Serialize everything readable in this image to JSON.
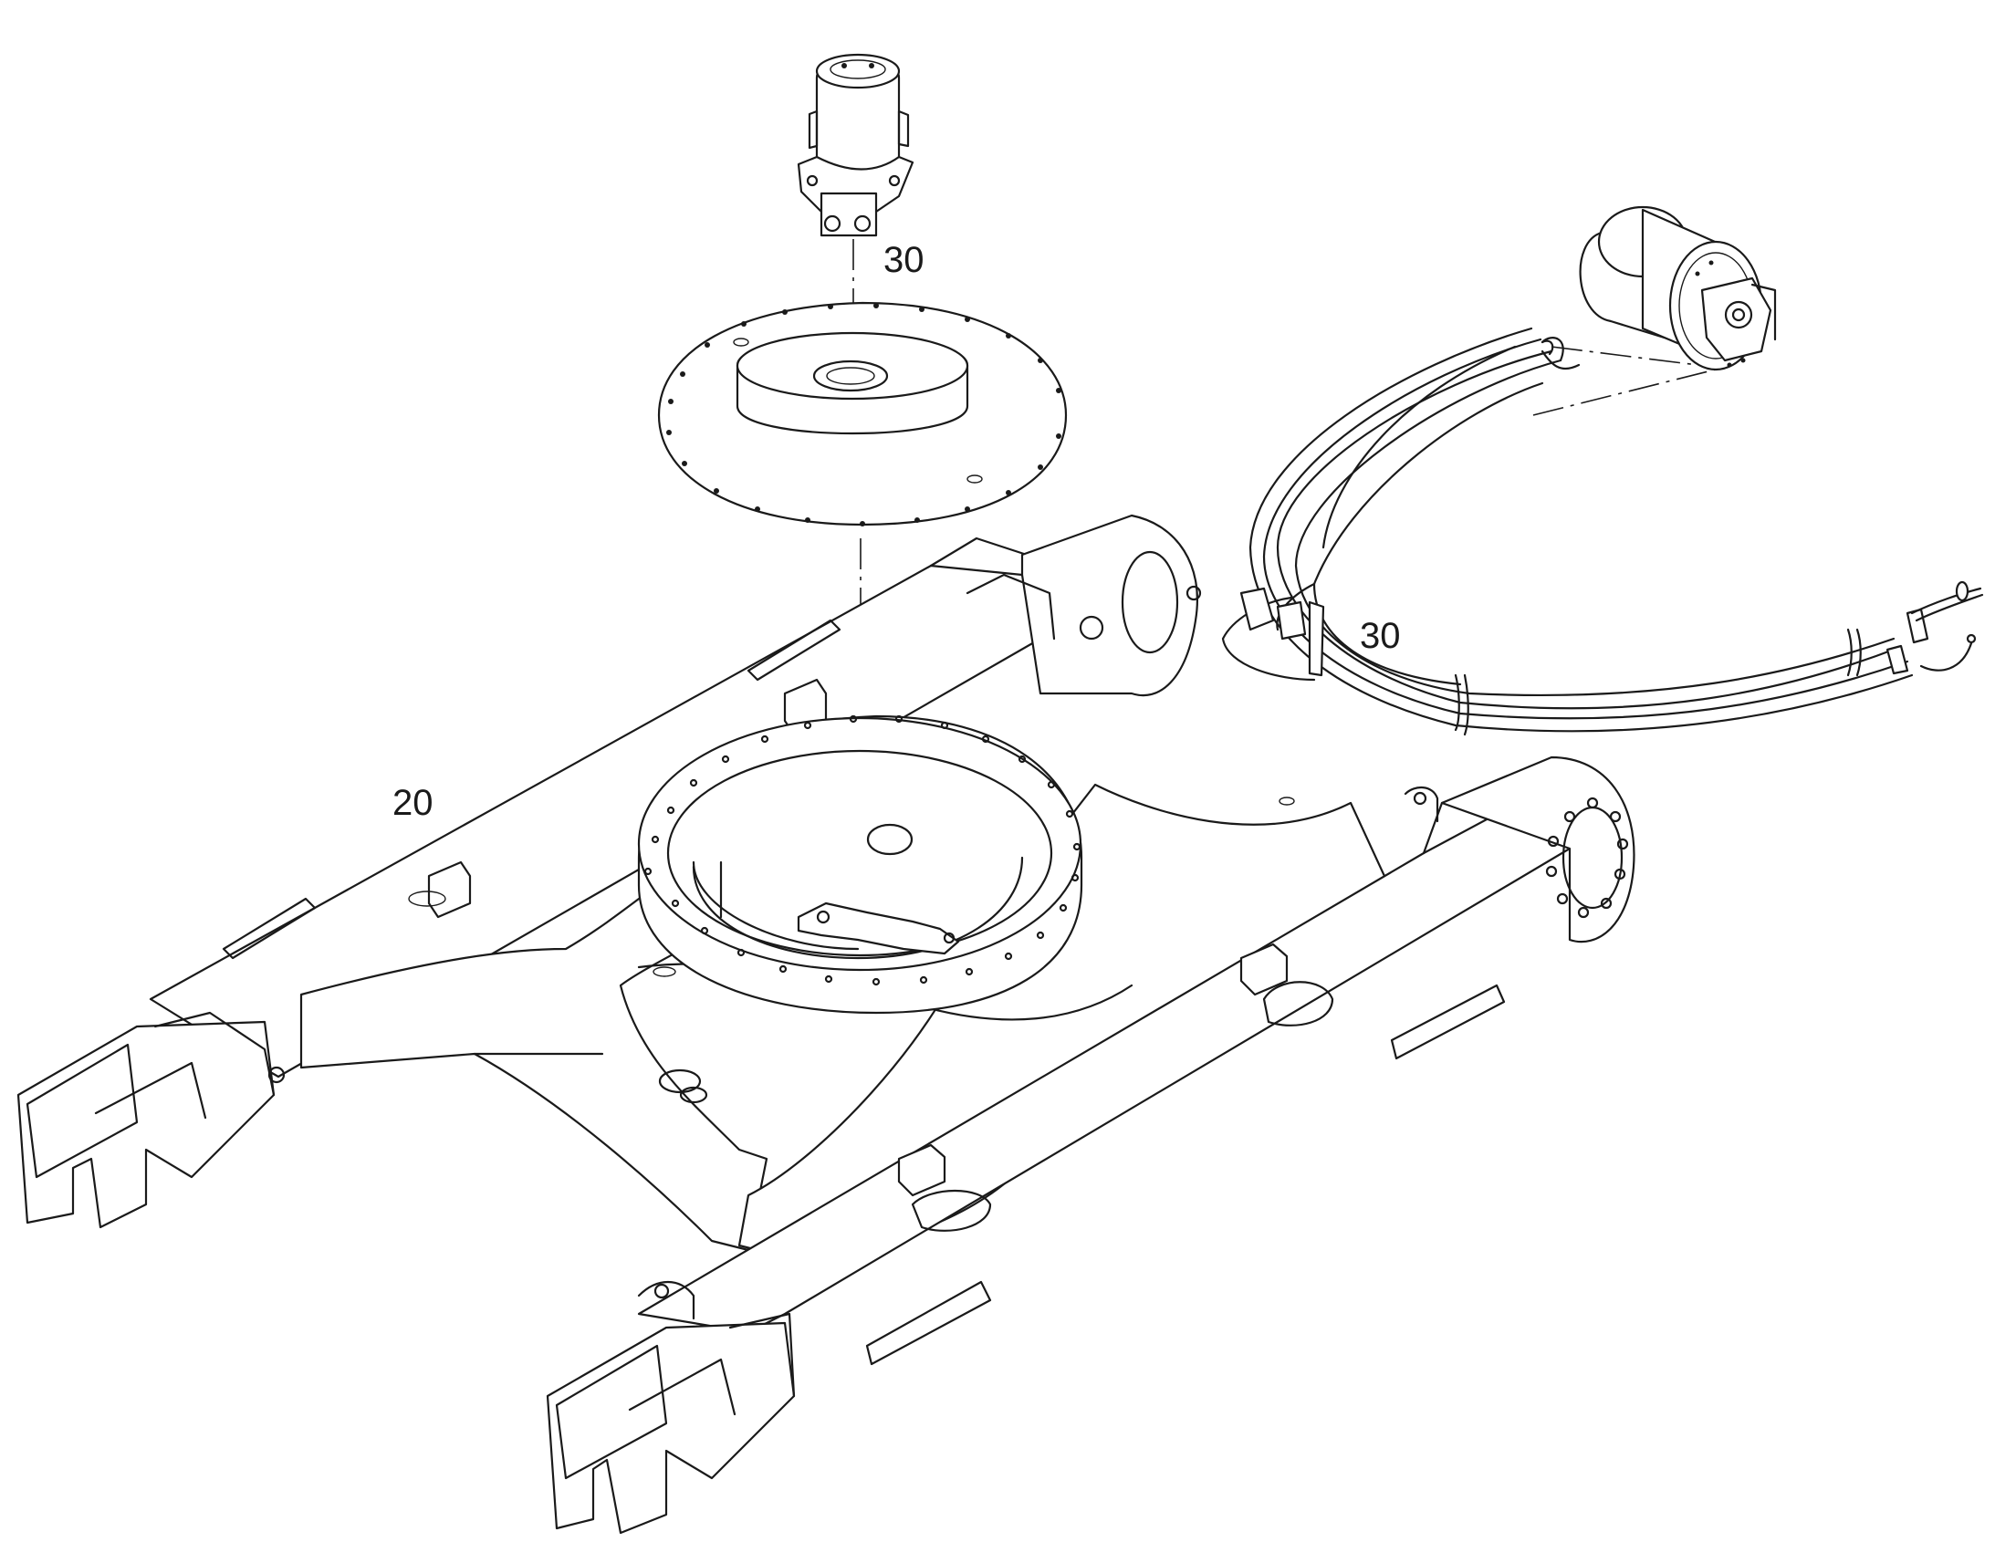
{
  "callouts": [
    {
      "id": "callout-30-swivel",
      "text": "30"
    },
    {
      "id": "callout-30-hoses",
      "text": "30"
    },
    {
      "id": "callout-20-frame",
      "text": "20"
    }
  ],
  "colors": {
    "line": "#1a1a1a",
    "background": "#ffffff"
  }
}
